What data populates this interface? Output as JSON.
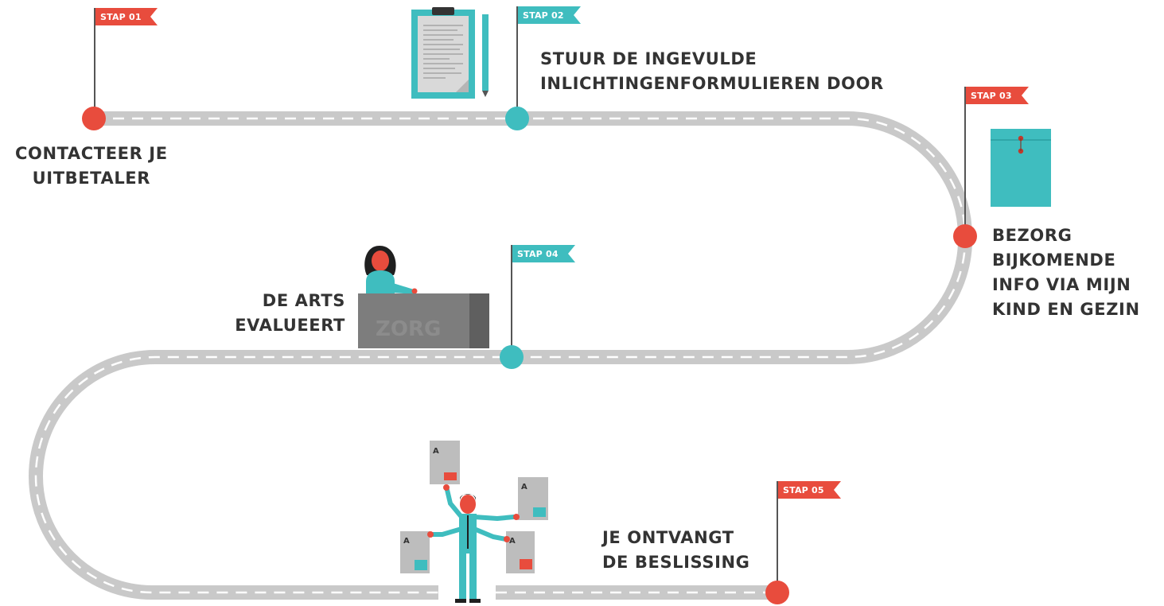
{
  "colors": {
    "road": "#c9c9c9",
    "road_dash": "#ffffff",
    "red": "#e84c3d",
    "teal": "#3fbdbf",
    "text": "#333333",
    "desk": "#7d7d7d"
  },
  "steps": [
    {
      "flag": "STAP 01",
      "color": "red",
      "lines": [
        "CONTACTEER JE",
        "UITBETALER"
      ],
      "icon": "phone-contact-icon"
    },
    {
      "flag": "STAP 02",
      "color": "teal",
      "lines": [
        "STUUR DE INGEVULDE",
        "INLICHTINGENFORMULIEREN DOOR"
      ],
      "icon": "clipboard-form-icon"
    },
    {
      "flag": "STAP 03",
      "color": "red",
      "lines": [
        "BEZORG",
        "BIJKOMENDE",
        "INFO VIA MIJN",
        "KIND EN GEZIN"
      ],
      "icon": "envelope-icon"
    },
    {
      "flag": "STAP 04",
      "color": "teal",
      "lines": [
        "DE ARTS",
        "EVALUEERT"
      ],
      "icon": "doctor-desk-icon"
    },
    {
      "flag": "STAP 05",
      "color": "red",
      "lines": [
        "JE ONTVANGT",
        "DE BESLISSING"
      ],
      "icon": "man-with-documents-icon"
    }
  ],
  "desk_text": "ZORG",
  "document_letter": "A"
}
